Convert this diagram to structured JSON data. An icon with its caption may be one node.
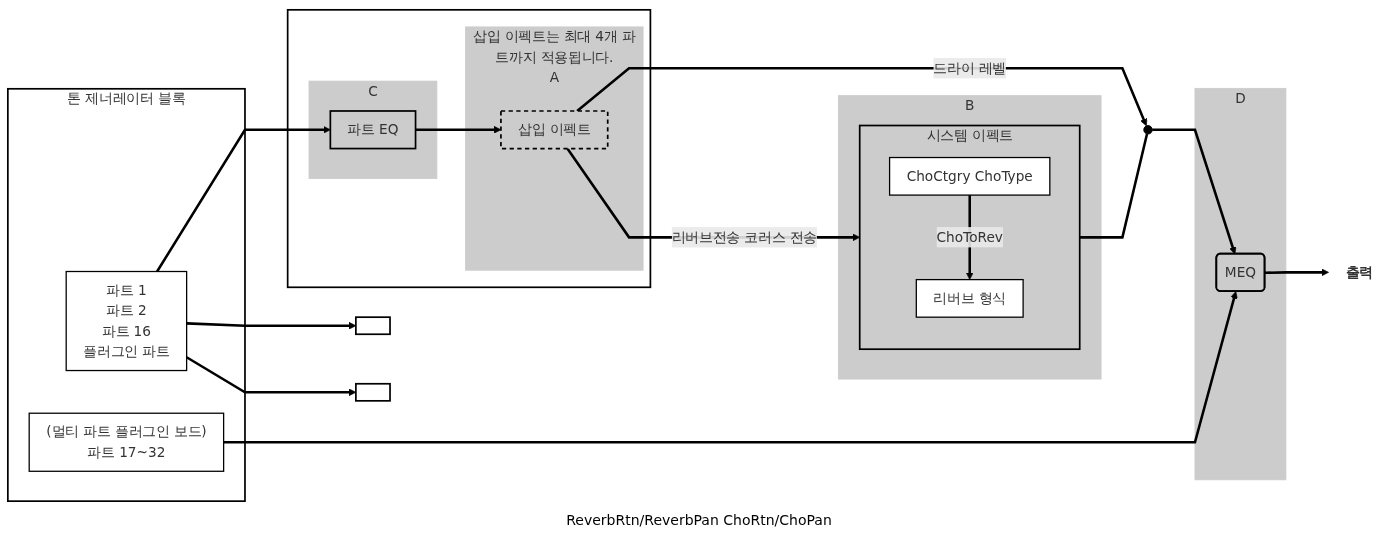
{
  "diagram": {
    "nodes": [
      {
        "text": [
          "톤 제너레이터 블록"
        ]
      },
      {
        "text": [
          "파트 1",
          "파트 2",
          "파트 16",
          "플러그인 파트"
        ],
        "in": 0
      },
      {
        "text": [
          "(멀티 파트 플러그인 보드)",
          "파트 17~32"
        ],
        "in": 0
      },
      {
        "text": [],
        "shape": "box"
      },
      {
        "text": [
          "C"
        ],
        "in": 3
      },
      {
        "text": [
          "파트 EQ"
        ],
        "in": 4
      },
      {
        "text": [
          "삽입 이펙트는 최대 4개 파트까지 적용됩니다.",
          "A"
        ],
        "in": 3
      },
      {
        "text": [
          "삽입 이펙트"
        ],
        "in": 6
      },
      {
        "text": [],
        "shape": "box"
      },
      {
        "text": [],
        "shape": "box"
      },
      {
        "text": [
          "B"
        ]
      },
      {
        "text": [
          "시스템 이펙트"
        ],
        "in": 10
      },
      {
        "text": [
          "리버브 형식"
        ],
        "in": 11
      },
      {
        "text": [
          "ChoCtgry ChoType"
        ],
        "in": 11
      },
      {
        "text": [],
        "shape": "circle"
      },
      {
        "text": [
          "D"
        ]
      },
      {
        "text": [
          "MEQ"
        ],
        "in": 15
      },
      {
        "text": [
          "출력"
        ]
      }
    ],
    "edges": [
      {
        "from": 1,
        "to": 5,
        "arrow": "to"
      },
      {
        "from": 1,
        "to": 8,
        "arrow": "to"
      },
      {
        "from": 1,
        "to": 9,
        "arrow": "to"
      },
      {
        "from": 5,
        "to": 7,
        "arrow": "to"
      },
      {
        "from": 7,
        "to": 11,
        "arrow": "to",
        "label": "리버브전송 코러스 전송"
      },
      {
        "from": 7,
        "to": 14,
        "arrow": "to",
        "label": "드라이 레벨"
      },
      {
        "from": 13,
        "to": 12,
        "arrow": "to",
        "label": "ChoToRev"
      },
      {
        "from": 11,
        "to": 14,
        "arrow": "none"
      },
      {
        "from": 14,
        "to": 16,
        "arrow": "to"
      },
      {
        "from": 2,
        "to": 16,
        "arrow": "to"
      },
      {
        "from": 16,
        "to": 17,
        "arrow": "to"
      }
    ],
    "labels": [
      "ReverbRtn/ReverbPan ChoRtn/ChoPan"
    ]
  }
}
